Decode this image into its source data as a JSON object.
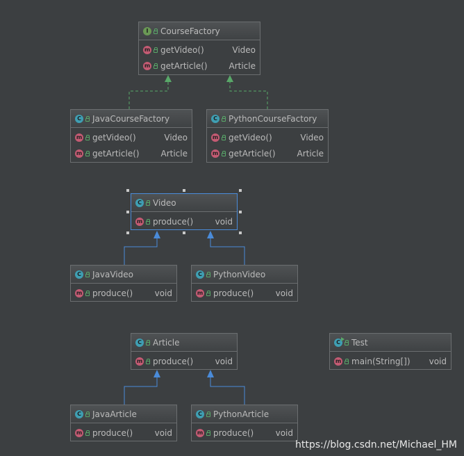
{
  "nodes": {
    "course_factory": {
      "kind": "I",
      "title": "CourseFactory",
      "members": [
        {
          "name": "getVideo()",
          "type": "Video"
        },
        {
          "name": "getArticle()",
          "type": "Article"
        }
      ]
    },
    "java_course_factory": {
      "kind": "C",
      "title": "JavaCourseFactory",
      "members": [
        {
          "name": "getVideo()",
          "type": "Video"
        },
        {
          "name": "getArticle()",
          "type": "Article"
        }
      ]
    },
    "python_course_factory": {
      "kind": "C",
      "title": "PythonCourseFactory",
      "members": [
        {
          "name": "getVideo()",
          "type": "Video"
        },
        {
          "name": "getArticle()",
          "type": "Article"
        }
      ]
    },
    "video": {
      "kind": "C",
      "title": "Video",
      "members": [
        {
          "name": "produce()",
          "type": "void"
        }
      ]
    },
    "java_video": {
      "kind": "C",
      "title": "JavaVideo",
      "members": [
        {
          "name": "produce()",
          "type": "void"
        }
      ]
    },
    "python_video": {
      "kind": "C",
      "title": "PythonVideo",
      "members": [
        {
          "name": "produce()",
          "type": "void"
        }
      ]
    },
    "article": {
      "kind": "C",
      "title": "Article",
      "members": [
        {
          "name": "produce()",
          "type": "void"
        }
      ]
    },
    "java_article": {
      "kind": "C",
      "title": "JavaArticle",
      "members": [
        {
          "name": "produce()",
          "type": "void"
        }
      ]
    },
    "python_article": {
      "kind": "C",
      "title": "PythonArticle",
      "members": [
        {
          "name": "produce()",
          "type": "void"
        }
      ]
    },
    "test": {
      "kind": "C",
      "title": "Test",
      "members": [
        {
          "name": "main(String[])",
          "type": "void"
        }
      ]
    }
  },
  "icons": {
    "interface": "interface-icon",
    "class": "class-icon",
    "method": "method-icon",
    "visibility": "public-lock-icon"
  },
  "colors": {
    "background": "#3c3f41",
    "implements_arrow": "#59a869",
    "extends_arrow": "#4a8bd9",
    "selection": "#4a8bd9"
  },
  "watermark": "https://blog.csdn.net/Michael_HM"
}
